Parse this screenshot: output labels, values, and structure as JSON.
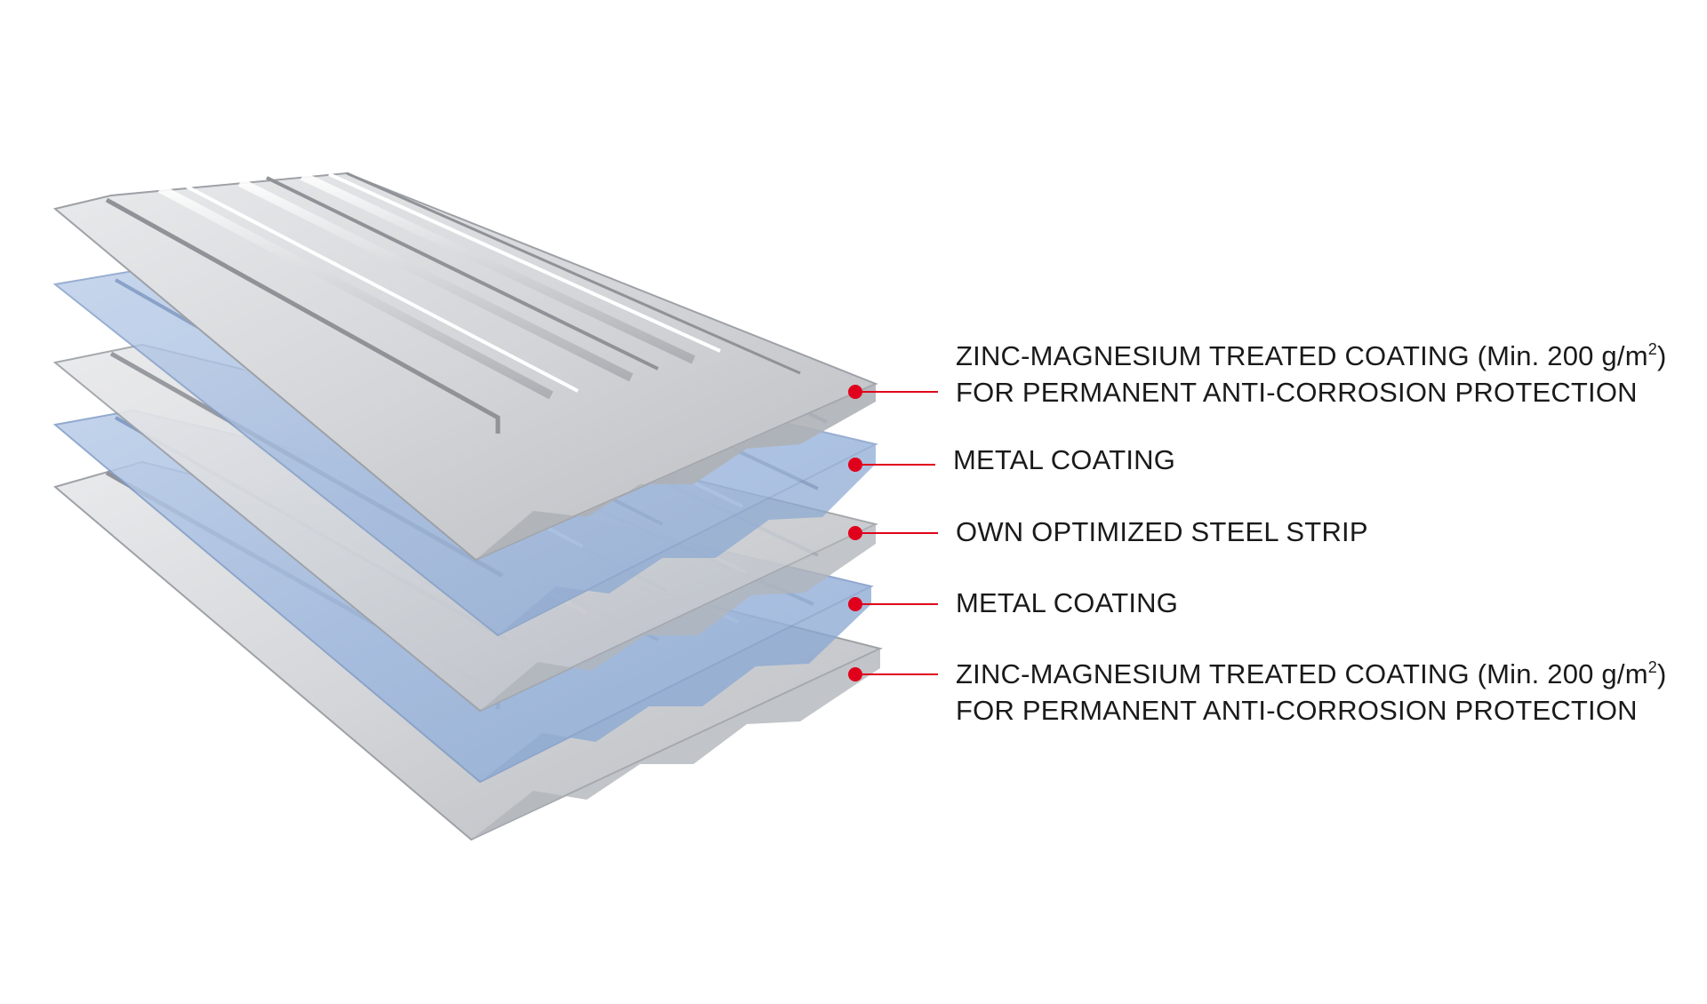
{
  "layers": [
    {
      "id": "top-zinc-magnesium",
      "line1_prefix": "ZINC-MAGNESIUM TREATED COATING (Min. 200 g/m",
      "line1_sup": "2",
      "line1_suffix": ")",
      "line2": "FOR PERMANENT ANTI-CORROSION PROTECTION"
    },
    {
      "id": "top-metal-coating",
      "line1": "METAL COATING"
    },
    {
      "id": "steel-strip",
      "line1": "OWN OPTIMIZED STEEL STRIP"
    },
    {
      "id": "bottom-metal-coating",
      "line1": "METAL COATING"
    },
    {
      "id": "bottom-zinc-magnesium",
      "line1_prefix": "ZINC-MAGNESIUM TREATED COATING (Min. 200 g/m",
      "line1_sup": "2",
      "line1_suffix": ")",
      "line2": "FOR PERMANENT ANTI-CORROSION PROTECTION"
    }
  ],
  "colors": {
    "marker": "#e0001b",
    "steel_sheet": "#c9cbcf",
    "steel_highlight": "#f2f3f5",
    "coating_sheet": "#9db8dc",
    "label_text": "#1a1a1a"
  }
}
